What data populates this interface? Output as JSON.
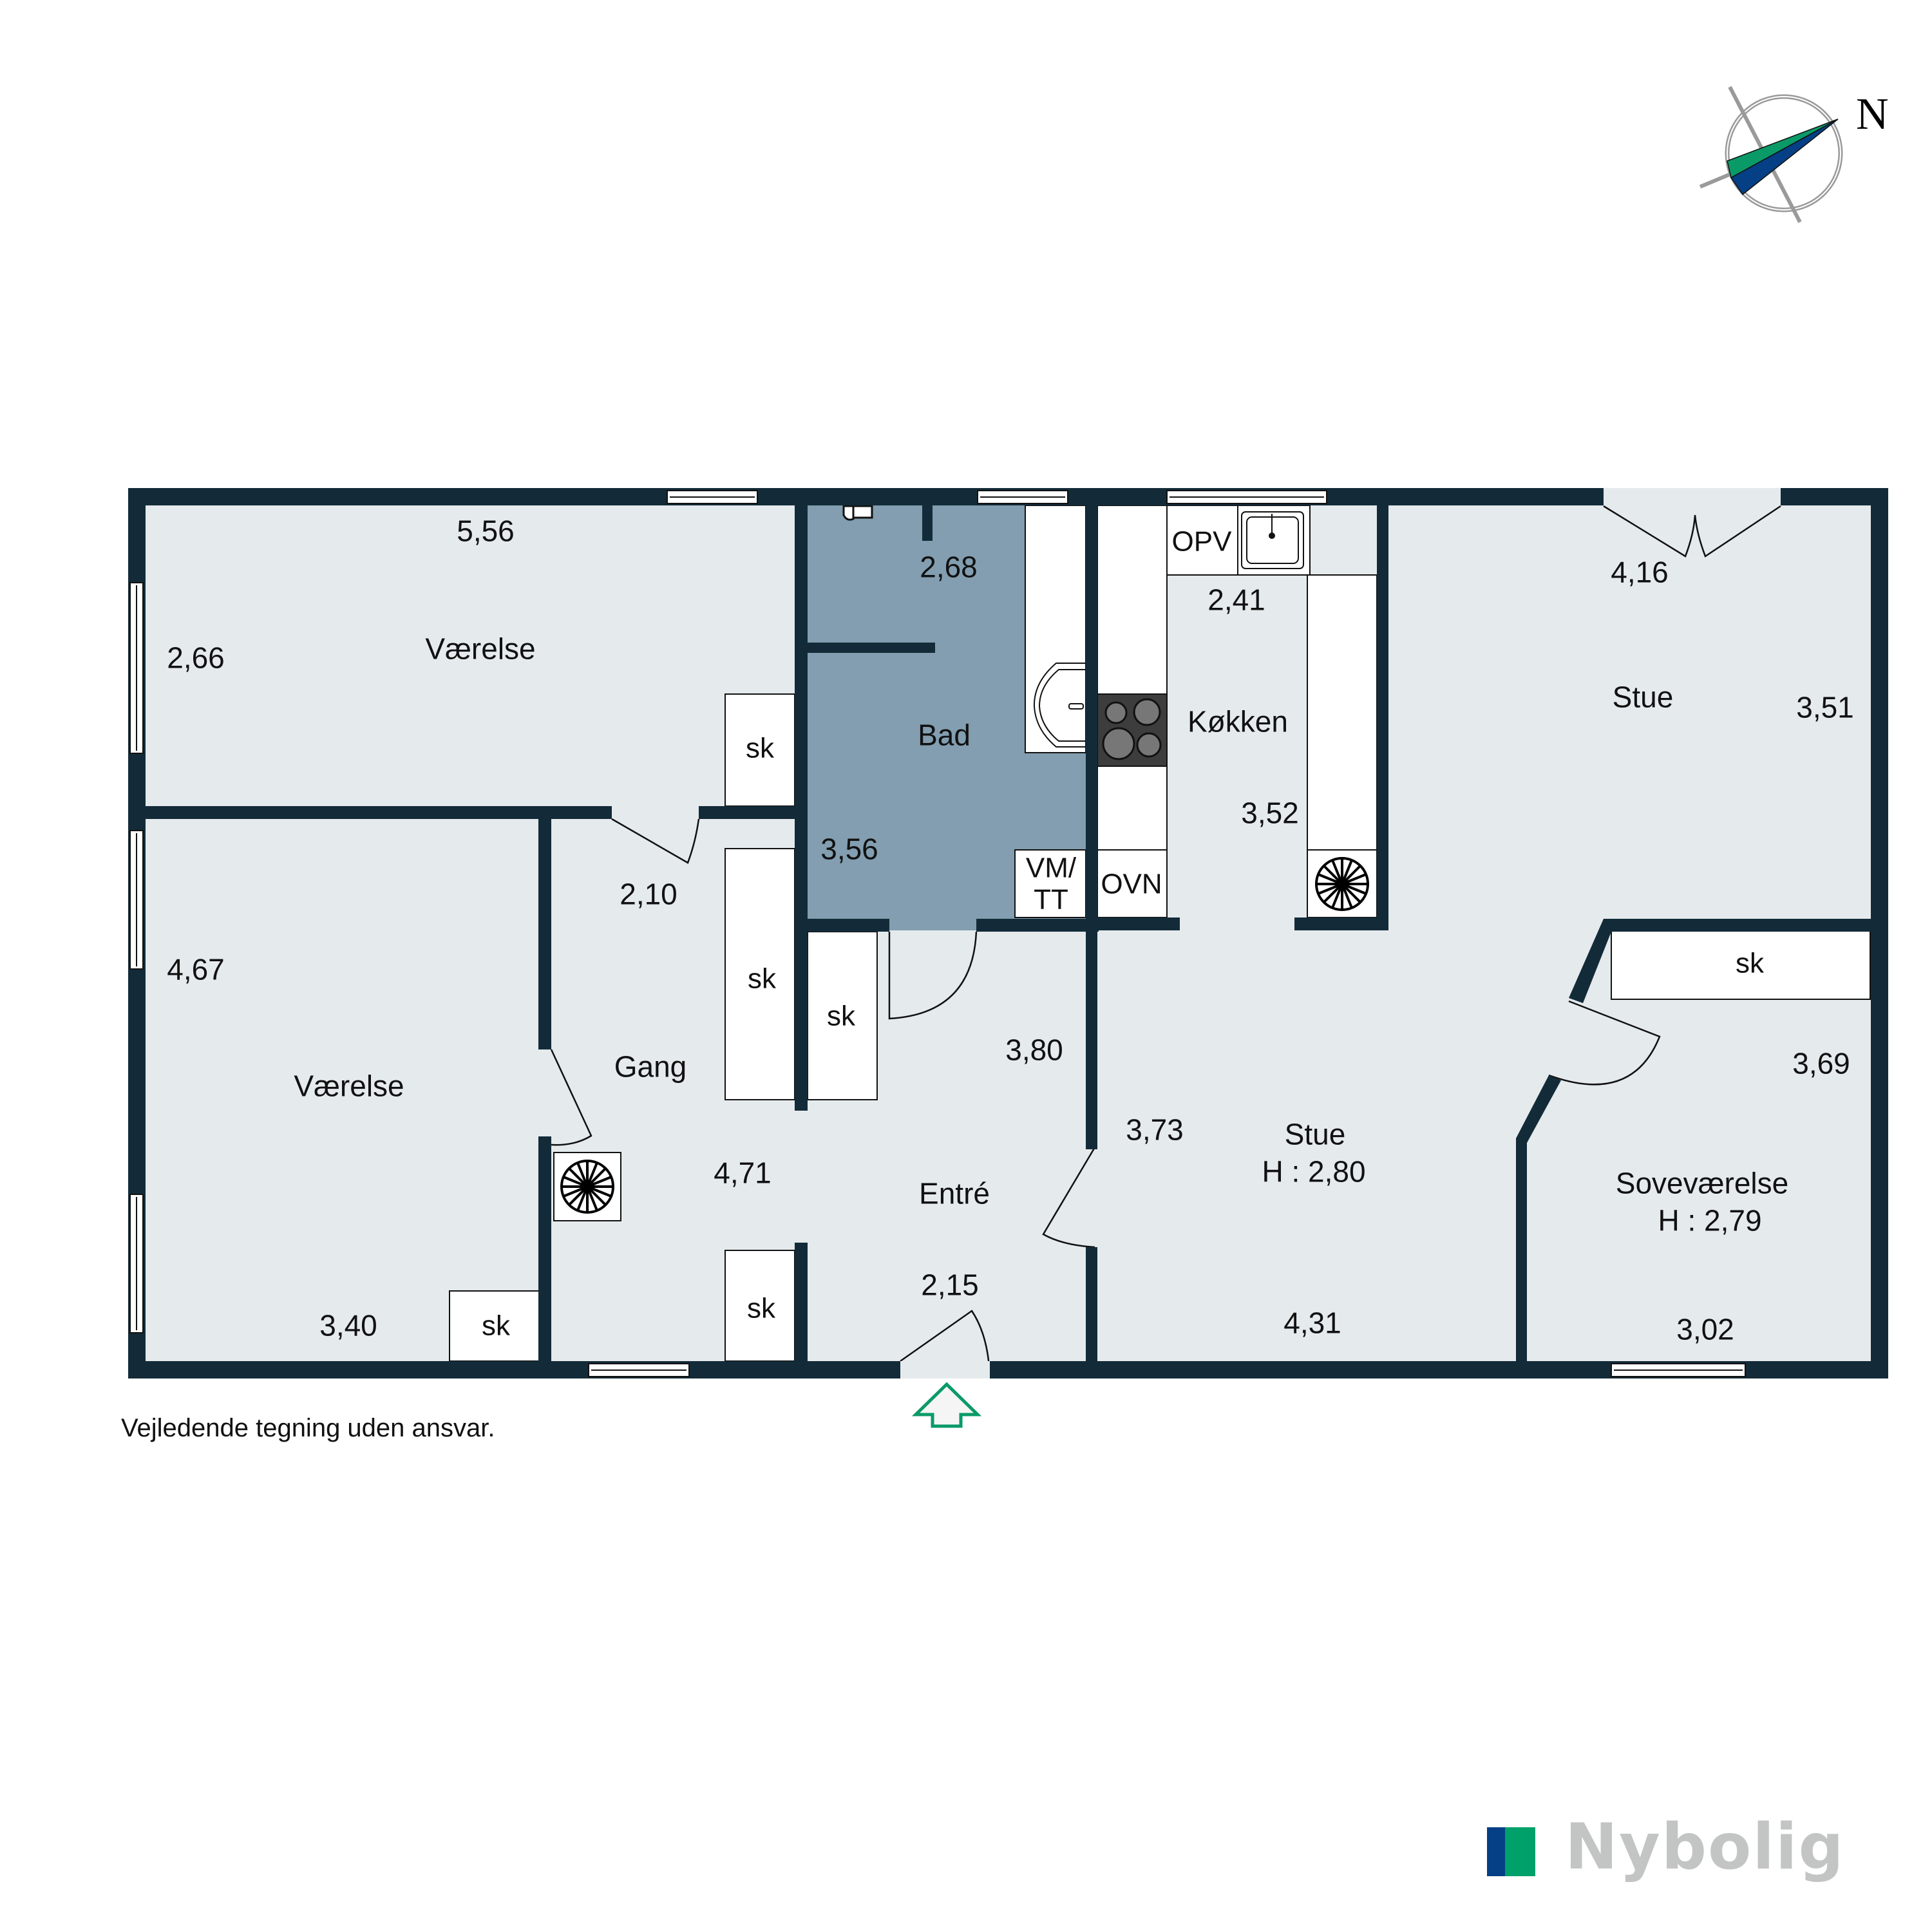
{
  "compass": {
    "label": "N",
    "colors": {
      "green": "#0a9a68",
      "blue": "#053f85",
      "ring": "#9a9a9a"
    }
  },
  "colors": {
    "wall": "#132b38",
    "room": "#e5eaed",
    "bath": "#829eb0",
    "fixture": "#ffffff",
    "entry_arrow": "#0a9a68"
  },
  "rooms": [
    {
      "id": "vaerelse-1",
      "name": "Værelse",
      "dims": [
        "5,56",
        "2,66"
      ]
    },
    {
      "id": "bad",
      "name": "Bad",
      "dims": [
        "2,68",
        "3,56"
      ]
    },
    {
      "id": "koekken",
      "name": "Køkken",
      "dims": [
        "2,41",
        "3,52"
      ]
    },
    {
      "id": "stue-1",
      "name": "Stue",
      "dims": [
        "4,16",
        "3,51"
      ]
    },
    {
      "id": "vaerelse-2",
      "name": "Værelse",
      "dims": [
        "4,67",
        "3,40"
      ]
    },
    {
      "id": "gang",
      "name": "Gang",
      "dims": [
        "2,10",
        "4,71"
      ]
    },
    {
      "id": "entre",
      "name": "Entré",
      "dims": [
        "3,80",
        "2,15"
      ]
    },
    {
      "id": "stue-2",
      "name": "Stue",
      "height": "H : 2,80",
      "dims": [
        "3,73",
        "4,31"
      ]
    },
    {
      "id": "sovevaerelse",
      "name": "Soveværelse",
      "height": "H : 2,79",
      "dims": [
        "3,69",
        "3,02"
      ]
    }
  ],
  "fixtures": {
    "closet": "sk",
    "washer_dryer_line1": "VM/",
    "washer_dryer_line2": "TT",
    "oven": "OVN",
    "dishwasher": "OPV"
  },
  "disclaimer": "Vejledende tegning uden ansvar.",
  "logo": {
    "text": "Nybolig",
    "colors": {
      "blue": "#053f85",
      "green": "#00a06a",
      "text": "#c3c5c4"
    }
  }
}
